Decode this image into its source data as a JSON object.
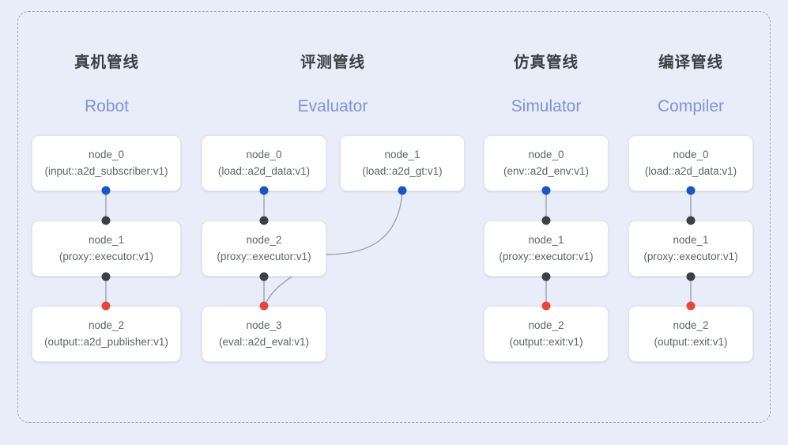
{
  "diagram": {
    "frame": {
      "style": "dashed-rounded-container"
    },
    "columns": [
      {
        "id": "robot",
        "title_cn": "真机管线",
        "title_en": "Robot",
        "nodes": [
          {
            "name": "node_0",
            "type": "(input::a2d_subscriber:v1)"
          },
          {
            "name": "node_1",
            "type": "(proxy::executor:v1)"
          },
          {
            "name": "node_2",
            "type": "(output::a2d_publisher:v1)"
          }
        ]
      },
      {
        "id": "evaluator",
        "title_cn": "评测管线",
        "title_en": "Evaluator",
        "nodes": [
          {
            "name": "node_0",
            "type": "(load::a2d_data:v1)"
          },
          {
            "name": "node_1",
            "type": "(load::a2d_gt:v1)"
          },
          {
            "name": "node_2",
            "type": "(proxy::executor:v1)"
          },
          {
            "name": "node_3",
            "type": "(eval::a2d_eval:v1)"
          }
        ]
      },
      {
        "id": "simulator",
        "title_cn": "仿真管线",
        "title_en": "Simulator",
        "nodes": [
          {
            "name": "node_0",
            "type": "(env::a2d_env:v1)"
          },
          {
            "name": "node_1",
            "type": "(proxy::executor:v1)"
          },
          {
            "name": "node_2",
            "type": "(output::exit:v1)"
          }
        ]
      },
      {
        "id": "compiler",
        "title_cn": "编译管线",
        "title_en": "Compiler",
        "nodes": [
          {
            "name": "node_0",
            "type": "(load::a2d_data:v1)"
          },
          {
            "name": "node_1",
            "type": "(proxy::executor:v1)"
          },
          {
            "name": "node_2",
            "type": "(output::exit:v1)"
          }
        ]
      }
    ],
    "port_colors": {
      "output_source": "#1a56c4",
      "link": "#3c4043",
      "sink": "#e8453c"
    },
    "palette": {
      "background": "#e8edf9",
      "node_fill": "#ffffff",
      "node_border": "#e3e6ec",
      "title_cn_color": "#3c4043",
      "title_en_color": "#7e93da",
      "node_text_color": "#5f6368",
      "frame_border": "#9aa5b8",
      "wire_color": "#9aa3b4"
    }
  }
}
